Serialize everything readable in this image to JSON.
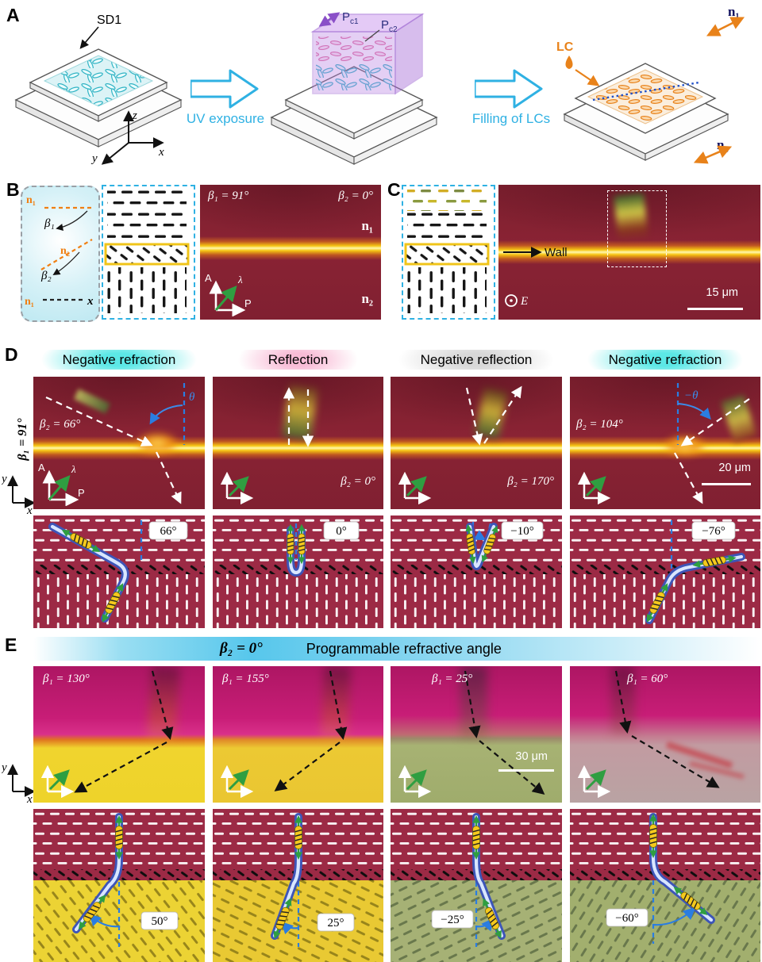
{
  "colors": {
    "accent_cyan": "#2fb1e3",
    "accent_orange": "#f07f13",
    "magenta": "#d3217c",
    "maroon": "#8e2336",
    "wall_yellow": "#f6c513",
    "beam_blue": "#3d55b8",
    "angle_blue": "#2a7de1"
  },
  "panelA": {
    "label": "A",
    "sd1": "SD1",
    "uv": "UV exposure",
    "fill": "Filling of LCs",
    "pc1_p": "P",
    "pc1_s": "c1",
    "pc2_p": "P",
    "pc2_s": "c2",
    "lc": "LC",
    "n1": "n₁",
    "n2": "n₂",
    "ax": {
      "x": "x",
      "y": "y",
      "z": "z"
    }
  },
  "panelB": {
    "label": "B",
    "sk": {
      "n1_top": "n₁",
      "beta1": "β₁",
      "n2": "n₂",
      "beta2": "β₂",
      "n1_bot": "n₁",
      "x": "x"
    },
    "img": {
      "beta1": "β₁ = 91°",
      "beta2": "β₂ = 0°",
      "n1": "n₁",
      "n2": "n₂",
      "pol": {
        "a": "A",
        "p": "P",
        "lam": "λ"
      }
    }
  },
  "panelC": {
    "label": "C",
    "wall": "Wall",
    "e": "E",
    "scale": "15 μm"
  },
  "panelD": {
    "label": "D",
    "side": "β₁ = 91°",
    "scale": "20 μm",
    "ax": {
      "x": "x",
      "y": "y"
    },
    "pol": {
      "a": "A",
      "p": "P",
      "lam": "λ"
    },
    "cols": [
      {
        "header": "Negative refraction",
        "beta2": "β₂ = 66°",
        "theta": "θ",
        "angle": "66°"
      },
      {
        "header": "Reflection",
        "beta2": "β₂ = 0°",
        "angle": "0°"
      },
      {
        "header": "Negative reflection",
        "beta2": "β₂ = 170°",
        "angle": "−10°"
      },
      {
        "header": "Negative refraction",
        "beta2": "β₂ = 104°",
        "theta": "−θ",
        "angle": "−76°"
      }
    ]
  },
  "panelE": {
    "label": "E",
    "hdr_beta": "β₂ = 0°",
    "hdr_text": "Programmable refractive angle",
    "scale": "30 μm",
    "ax": {
      "x": "x",
      "y": "y"
    },
    "cols": [
      {
        "beta1": "β₁ = 130°",
        "angle": "50°"
      },
      {
        "beta1": "β₁ = 155°",
        "angle": "25°"
      },
      {
        "beta1": "β₁ = 25°",
        "angle": "−25°"
      },
      {
        "beta1": "β₁ = 60°",
        "angle": "−60°"
      }
    ]
  }
}
